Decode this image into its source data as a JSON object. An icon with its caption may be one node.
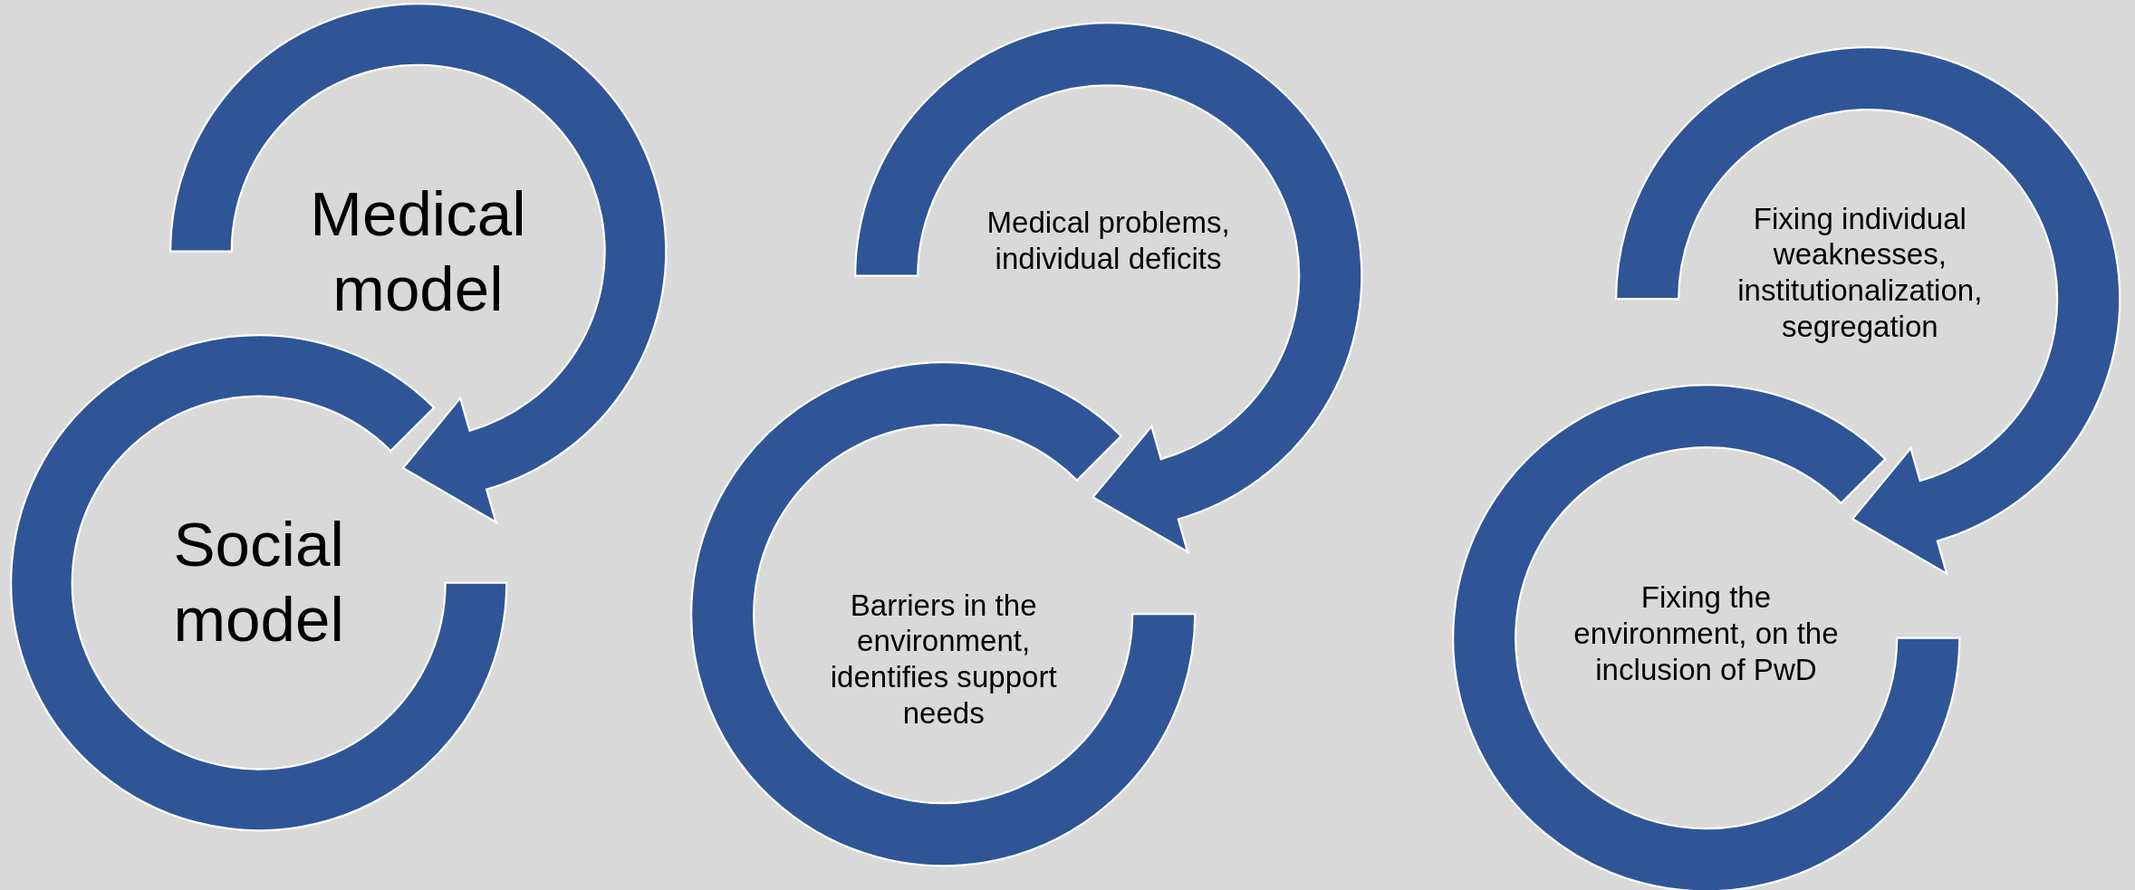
{
  "diagram": {
    "nodes": [
      {
        "text": [
          "Medical model"
        ]
      },
      {
        "text": [
          "Social model"
        ]
      },
      {
        "text": [
          "Medical problems, individual deficits"
        ]
      },
      {
        "text": [
          "Barriers in the environment, identifies support needs"
        ]
      },
      {
        "text": [
          "Fixing individual weaknesses, institutionalization, segregation"
        ]
      },
      {
        "text": [
          "Fixing the environment, on the inclusion of PwD"
        ]
      }
    ]
  }
}
